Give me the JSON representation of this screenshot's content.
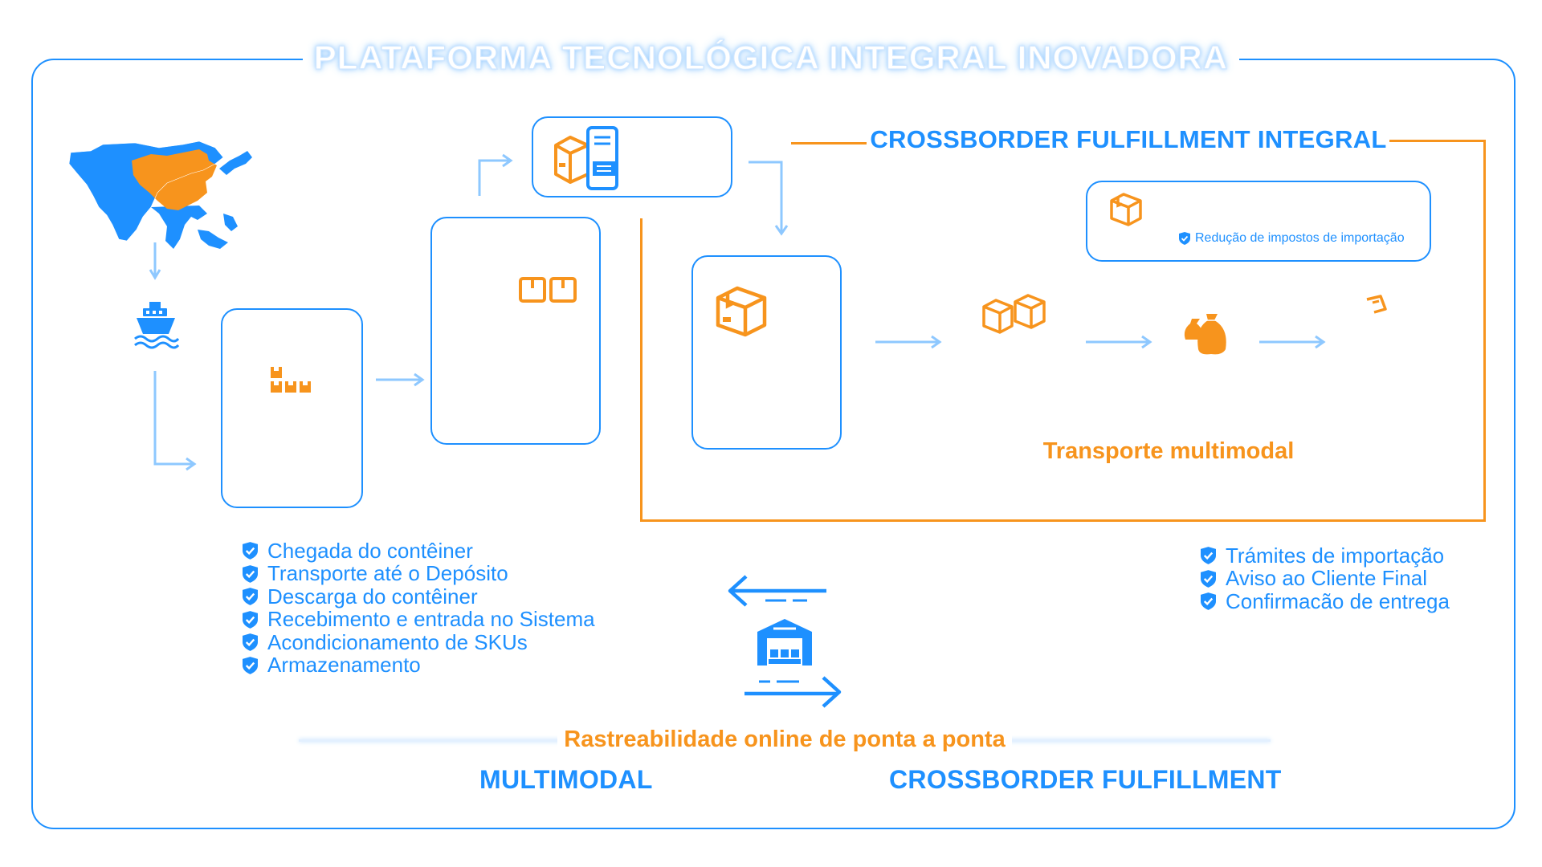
{
  "header": {
    "title": "PLATAFORMA TECNOLÓGICA INTEGRAL INOVADORA"
  },
  "crossborder_section": {
    "title": "CROSSBORDER FULFILLMENT INTEGRAL",
    "note": "Redução de impostos de importação",
    "transport_label": "Transporte multimodal"
  },
  "left_checklist": [
    "Chegada do contêiner",
    "Transporte até o Depósito",
    "Descarga do contêiner",
    "Recebimento e entrada no Sistema",
    "Acondicionamento de SKUs",
    "Armazenamento"
  ],
  "right_checklist": [
    "Trámites de importação",
    "Aviso ao Cliente Final",
    "Confirmacão de entrega"
  ],
  "footer": {
    "tracking": "Rastreabilidade online de ponta a ponta",
    "left_tag": "MULTIMODAL",
    "right_tag": "CROSSBORDER FULFILLMENT"
  },
  "colors": {
    "primary_blue": "#1e90ff",
    "accent_orange": "#f7941d",
    "light_arrow_blue": "#8ec8ff"
  },
  "icons": [
    "asia-map-icon",
    "ship-icon",
    "pallet-boxes-icon",
    "two-boxes-icon",
    "box-phone-icon",
    "box-icon",
    "large-box-icon",
    "stacked-boxes-icon",
    "money-bags-icon",
    "tag-icon",
    "warehouse-icon",
    "shield-check-icon"
  ]
}
